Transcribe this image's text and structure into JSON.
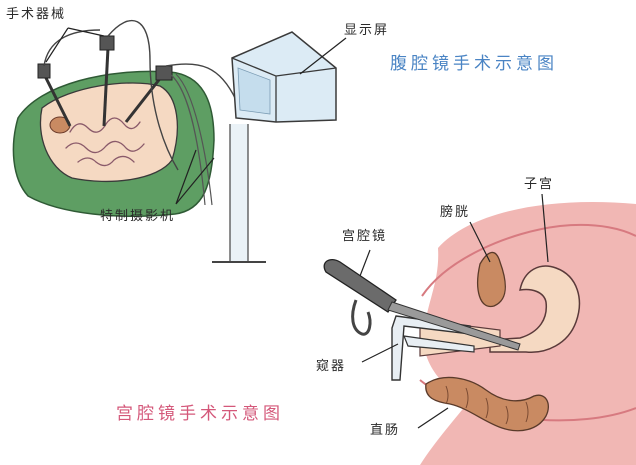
{
  "laparoscopy": {
    "title": "腹腔镜手术示意图",
    "labels": {
      "surgical_instruments": "手术器械",
      "monitor": "显示屏",
      "special_camera": "特制摄影机"
    }
  },
  "hysteroscopy": {
    "title": "宫腔镜手术示意图",
    "labels": {
      "hysteroscope": "宫腔镜",
      "bladder": "膀胱",
      "uterus": "子宫",
      "speculum": "窥器",
      "rectum": "直肠"
    }
  },
  "colors": {
    "title_blue": "#4a84c4",
    "title_pink": "#d4587a",
    "drape_green": "#5e9e63",
    "skin": "#f5d9c2",
    "tissue_pink": "#f1b7b4",
    "organ_brown": "#c98a62",
    "monitor_blue": "#dcebf5"
  }
}
